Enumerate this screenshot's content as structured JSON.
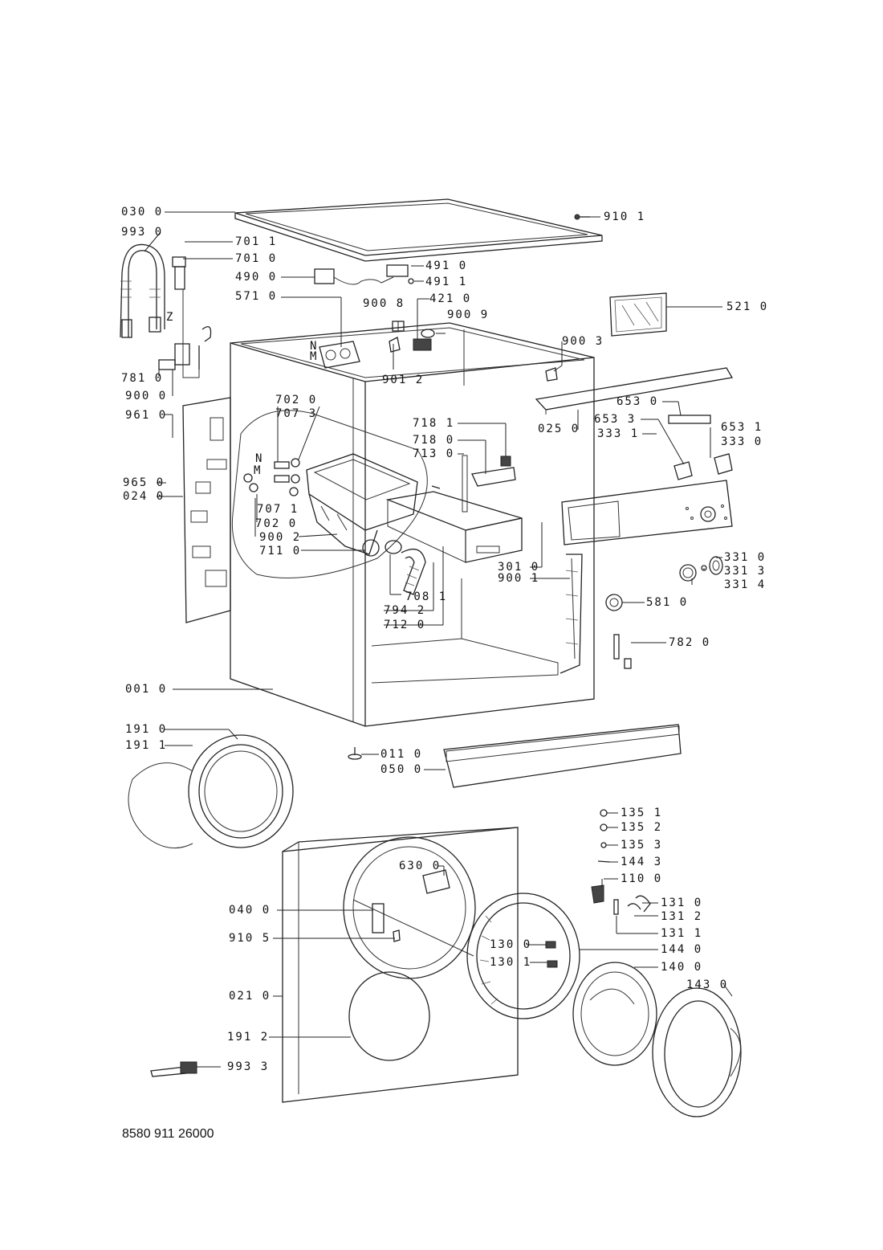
{
  "labels": {
    "l0300": "030 0",
    "l9930": "993 0",
    "l7011": "701 1",
    "l7010": "701 0",
    "l4900": "490 0",
    "l5710": "571 0",
    "lZ": "Z",
    "l7810": "781 0",
    "l9000": "900 0",
    "l9101": "910 1",
    "l4910": "491 0",
    "l4911": "491 1",
    "l4210": "421 0",
    "l9008": "900 8",
    "l9009": "900 9",
    "l5210": "521 0",
    "l9003": "900 3",
    "lN1": "N",
    "lM1": "M",
    "l9012": "901 2",
    "l7020a": "702 0",
    "l7073": "707 3",
    "l9610": "961 0",
    "lN2": "N",
    "lM2": "M",
    "l9650": "965 0",
    "l0240": "024 0",
    "l7071": "707 1",
    "l7020b": "702 0",
    "l9002": "900 2",
    "l7110": "711 0",
    "l7181": "718 1",
    "l7180": "718 0",
    "l7130": "713 0",
    "l6530": "653 0",
    "l0250": "025 0",
    "l6533": "653 3",
    "l3331": "333 1",
    "l6531": "653 1",
    "l3330": "333 0",
    "l3010": "301 0",
    "l9001": "900 1",
    "l3310": "331 0",
    "l3313": "331 3",
    "l3314": "331 4",
    "l7081": "708 1",
    "l7942": "794 2",
    "l7120": "712 0",
    "l5810": "581 0",
    "l7820": "782 0",
    "l0010": "001 0",
    "l1910": "191 0",
    "l1911": "191 1",
    "l0110": "011 0",
    "l0500": "050 0",
    "l1351": "135 1",
    "l1352": "135 2",
    "l1353": "135 3",
    "l1443": "144 3",
    "l1100": "110 0",
    "l6300": "630 0",
    "l0400": "040 0",
    "l9105": "910 5",
    "l1300": "130 0",
    "l1301": "130 1",
    "l1310": "131 0",
    "l1312": "131 2",
    "l1311": "131 1",
    "l1440": "144 0",
    "l1400": "140 0",
    "l1430": "143 0",
    "l0210": "021 0",
    "l1912": "191 2",
    "l9933": "993 3"
  },
  "footer": "8580 911 26000"
}
